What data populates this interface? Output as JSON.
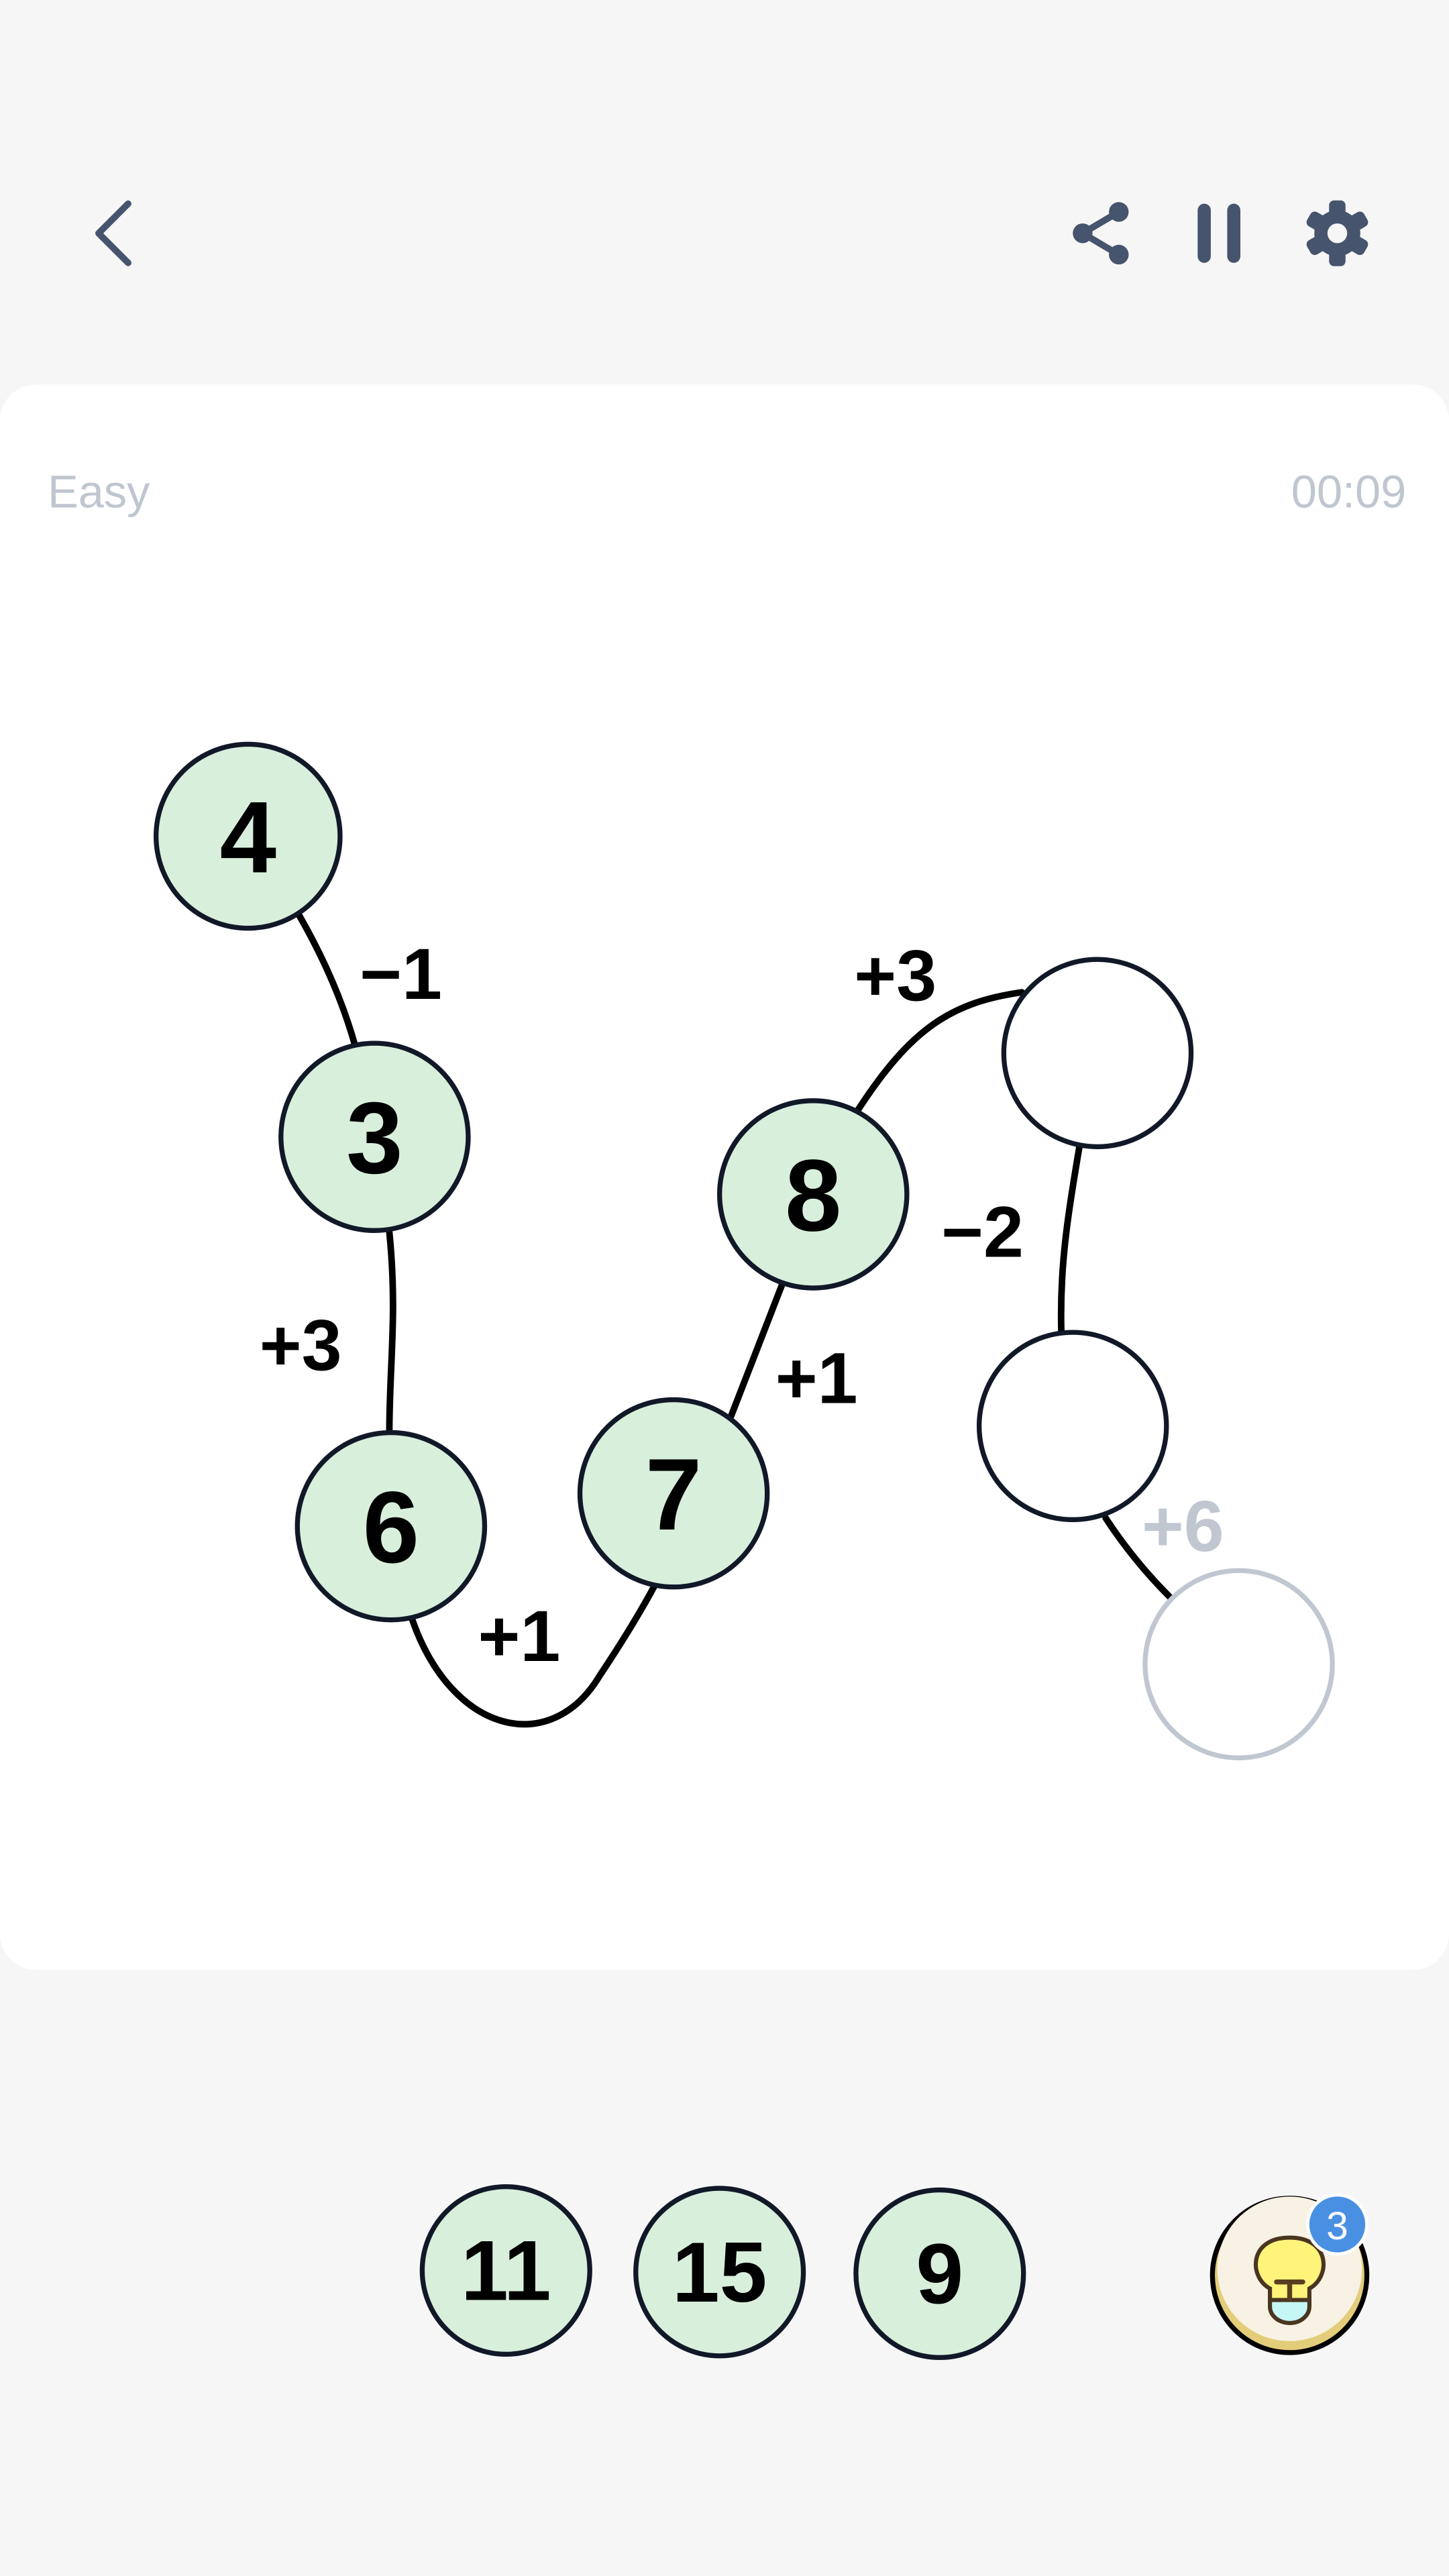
{
  "header": {
    "back_icon": "chevron-left-icon",
    "share_icon": "share-icon",
    "pause_icon": "pause-icon",
    "settings_icon": "gear-icon"
  },
  "status": {
    "difficulty": "Easy",
    "timer": "00:09"
  },
  "board": {
    "nodes": [
      "4",
      "3",
      "6",
      "7",
      "8",
      "",
      "",
      ""
    ],
    "edges": [
      "−1",
      "+3",
      "+1",
      "+1",
      "+3",
      "−2",
      "+6"
    ]
  },
  "tray": {
    "tiles": [
      "11",
      "15",
      "9"
    ]
  },
  "hint": {
    "icon": "lightbulb-icon",
    "count": "3"
  },
  "colors": {
    "filled": "#d8efdc",
    "stroke": "#111827",
    "faded": "#c0c7d1",
    "icons": "#46546d",
    "badge": "#4a90e2"
  }
}
